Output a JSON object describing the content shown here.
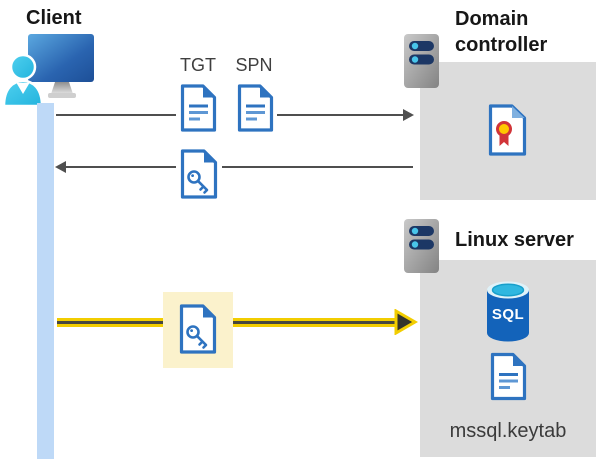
{
  "title": "Kerberos authentication diagram",
  "colors": {
    "doc_blue": "#2e73c0",
    "doc_line": "#5e97d4",
    "box_gray": "#dcdcdc",
    "arrow_gray": "#4f4f4f",
    "yellow": "#f2cd00",
    "yellow_core": "#474740",
    "highlight": "#fbf2cc",
    "lifeline": "#bed9f7",
    "sql_blue": "#1363ba",
    "person_cyan": "#38c2e8",
    "cert_red": "#d13438",
    "cert_gold": "#ffc800"
  },
  "nodes": {
    "client": {
      "label": "Client",
      "icon": "client-workstation-icon"
    },
    "domain_controller": {
      "label": "Domain controller",
      "icon": "server-icon"
    },
    "linux_server": {
      "label": "Linux server",
      "icon": "server-icon"
    }
  },
  "artifacts": {
    "tgt": {
      "label": "TGT",
      "icon": "document-icon"
    },
    "spn": {
      "label": "SPN",
      "icon": "document-icon"
    },
    "service_ticket": {
      "icon": "key-document-icon"
    },
    "certificate": {
      "icon": "certificate-icon"
    },
    "sql_database": {
      "label": "SQL",
      "icon": "sql-database-icon"
    },
    "keytab_file": {
      "label": "mssql.keytab",
      "icon": "document-icon"
    }
  },
  "flows": [
    {
      "from": "client",
      "to": "domain_controller",
      "style": "gray-arrow"
    },
    {
      "from": "domain_controller",
      "to": "client",
      "style": "gray-arrow"
    },
    {
      "from": "client",
      "to": "linux_server",
      "style": "yellow-highlight-arrow"
    }
  ]
}
